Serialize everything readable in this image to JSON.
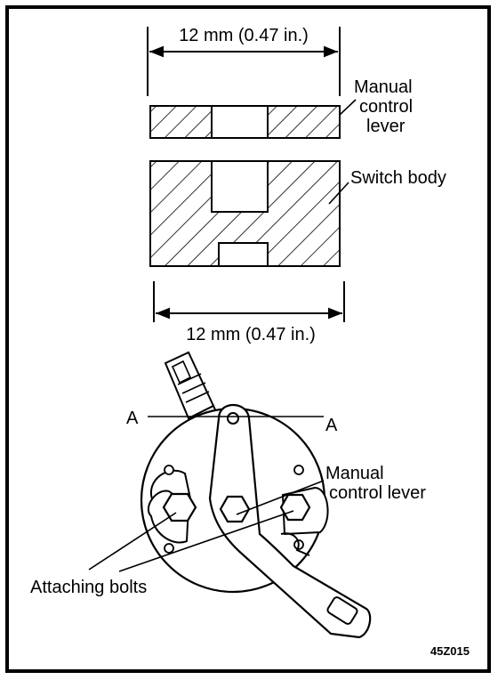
{
  "dimensions": {
    "top": "12 mm (0.47 in.)",
    "bottom": "12 mm (0.47 in.)"
  },
  "labels": {
    "manual_lever_line1": "Manual",
    "manual_lever_line2": "control",
    "manual_lever_line3": "lever",
    "switch_body": "Switch body",
    "section_a_left": "A",
    "section_a_right": "A",
    "manual_lever2_line1": "Manual",
    "manual_lever2_line2": "control lever",
    "attaching_bolts": "Attaching bolts"
  },
  "figure_code": "45Z015"
}
